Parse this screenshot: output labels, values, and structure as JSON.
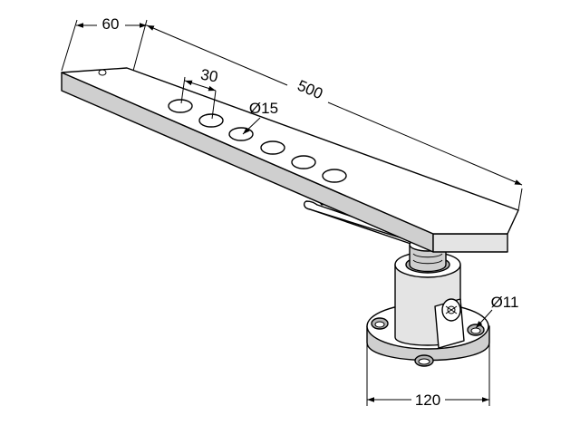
{
  "dimensions": {
    "end_width": "60",
    "hole_spacing": "30",
    "hole_diameter": "Ø15",
    "length": "500",
    "mount_hole_diameter": "Ø11",
    "base_diameter": "120"
  }
}
